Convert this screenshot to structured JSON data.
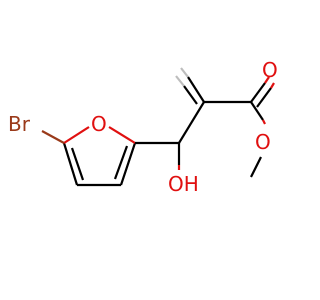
{
  "molecule": {
    "atoms": {
      "bromine": "Br",
      "ring_oxygen": "O",
      "hydroxyl": "OH",
      "carbonyl_oxygen": "O",
      "ester_oxygen": "O"
    },
    "colors": {
      "bond": "#000000",
      "oxygen": "#e01010",
      "bromine": "#9a3a1a",
      "methylene": "#bdbdbd"
    }
  }
}
